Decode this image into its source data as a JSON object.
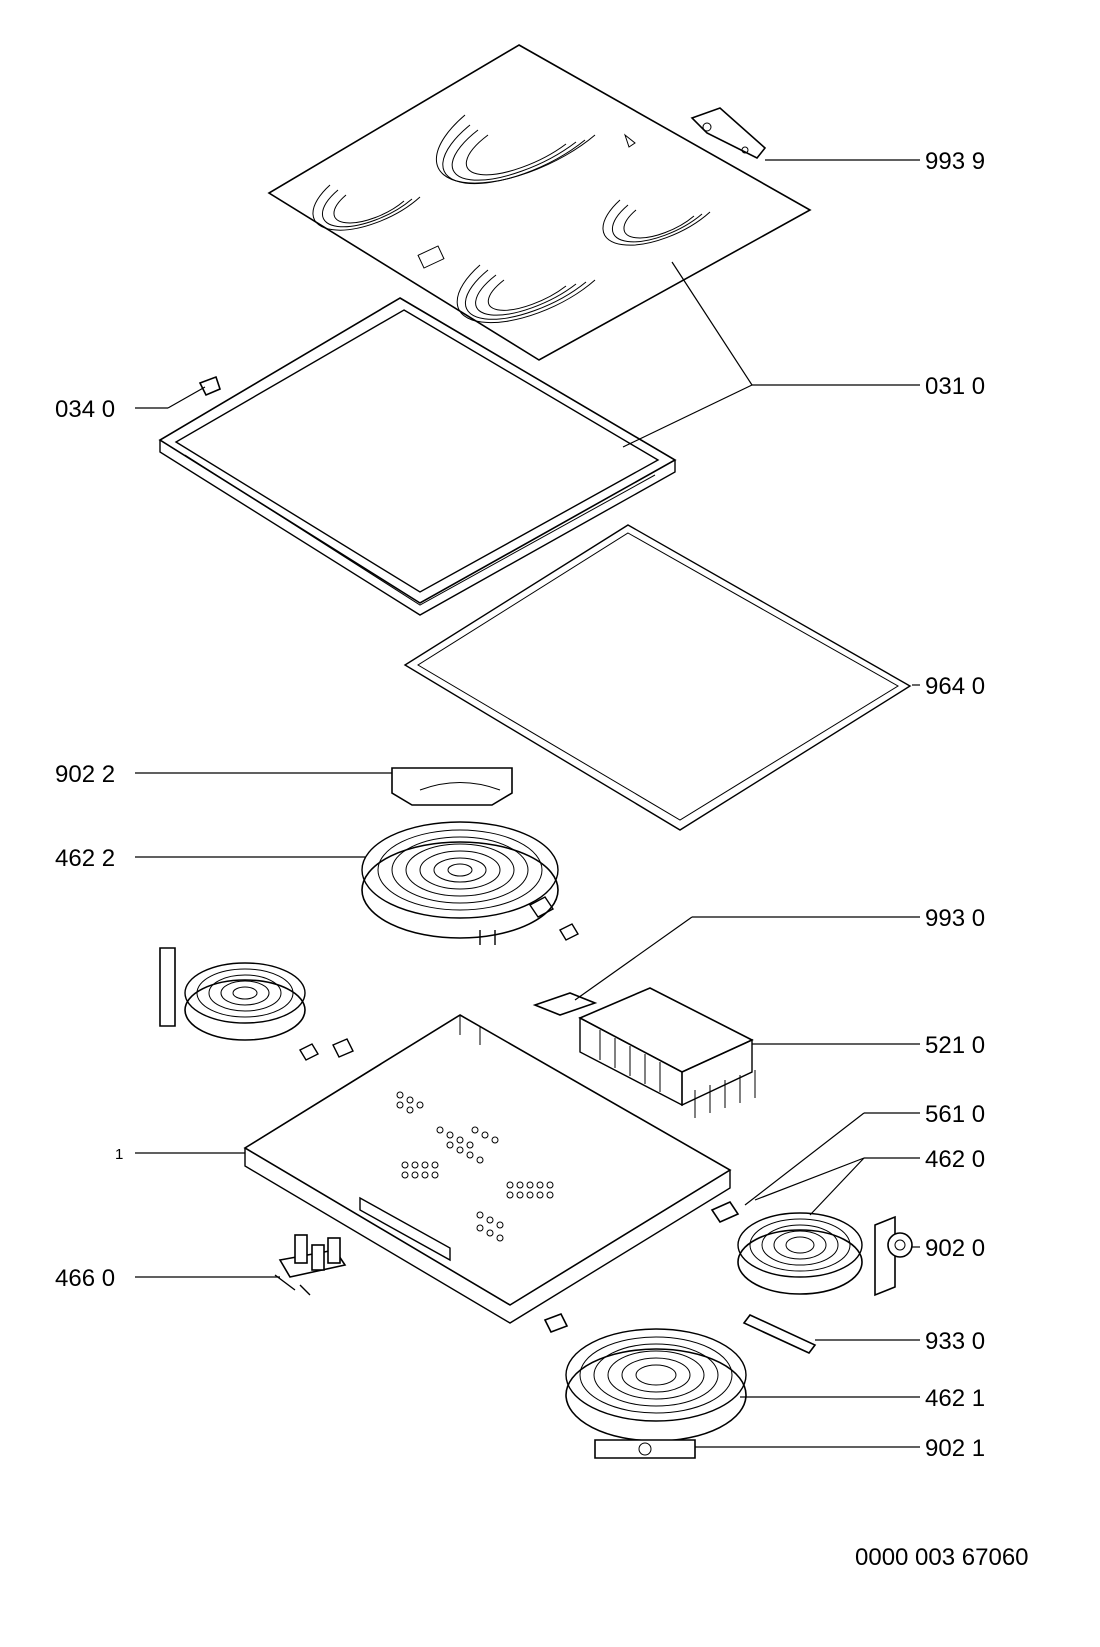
{
  "labels": {
    "l9939": "993 9",
    "l0310": "031 0",
    "l0340": "034 0",
    "l9640": "964 0",
    "l9022": "902 2",
    "l4622": "462 2",
    "l9930": "993 0",
    "l5210": "521 0",
    "l5610": "561 0",
    "l4620": "462 0",
    "l1": "1",
    "l9020": "902 0",
    "l4660": "466 0",
    "l9330": "933 0",
    "l4621": "462 1",
    "l9021": "902 1"
  },
  "drawing_number": "0000 003 67060",
  "colors": {
    "line": "#000000",
    "background": "#ffffff"
  }
}
